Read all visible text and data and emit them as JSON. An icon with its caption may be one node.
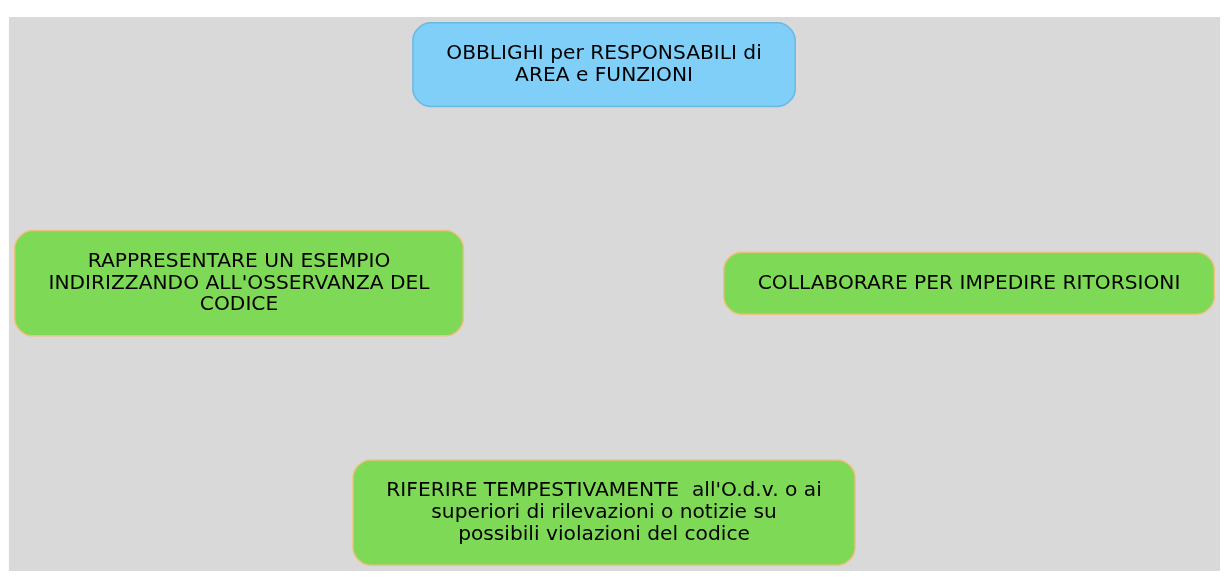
{
  "diagram": {
    "nodes": [
      {
        "text": [
          "OBBLIGHI per RESPONSABILI di AREA e FUNZIONI"
        ]
      },
      {
        "text": [
          "RAPPRESENTARE UN ESEMPIO INDIRIZZANDO ALL'OSSERVANZA DEL CODICE"
        ]
      },
      {
        "text": [
          "COLLABORARE PER IMPEDIRE RITORSIONI"
        ]
      },
      {
        "text": [
          "RIFERIRE TEMPESTIVAMENTE  all'O.d.v. o ai superiori di rilevazioni o notizie su possibili violazioni del codice"
        ]
      }
    ]
  }
}
